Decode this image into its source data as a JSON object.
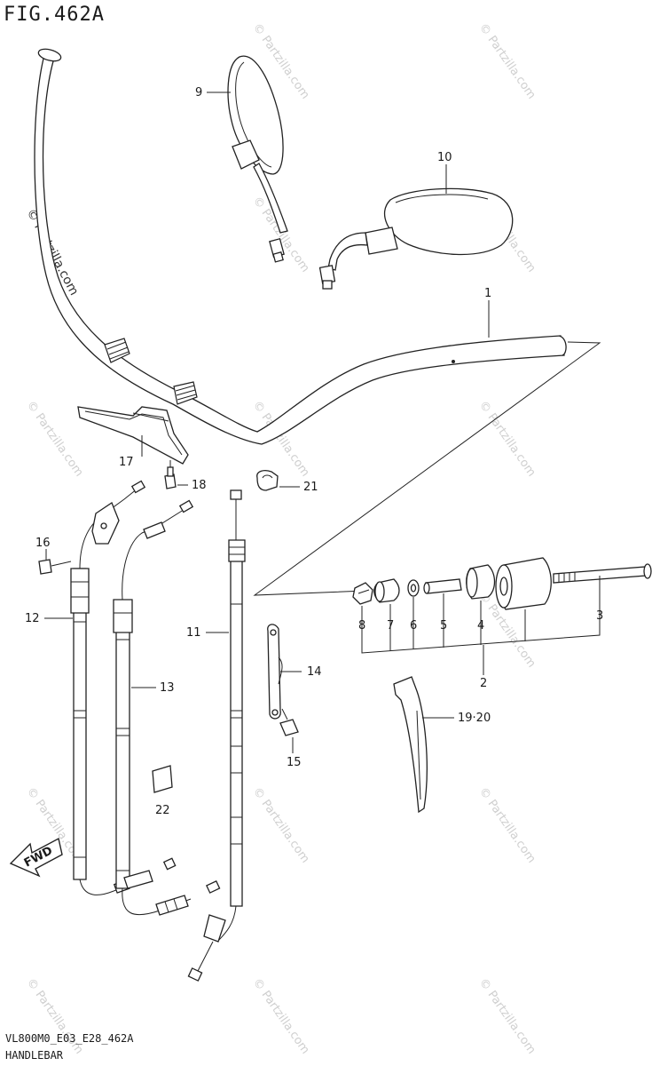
{
  "figure": {
    "title": "FIG.462A",
    "code": "VL800M0_E03_E28_462A",
    "name": "HANDLEBAR",
    "fwd_label": "FWD"
  },
  "watermark": {
    "text": "© Partzilla.com",
    "copyright_text": "© Partzilla.com"
  },
  "callouts": [
    "1",
    "2",
    "3",
    "4",
    "5",
    "6",
    "7",
    "8",
    "9",
    "10",
    "11",
    "12",
    "13",
    "14",
    "15",
    "16",
    "17",
    "18",
    "19·20",
    "21",
    "22"
  ]
}
